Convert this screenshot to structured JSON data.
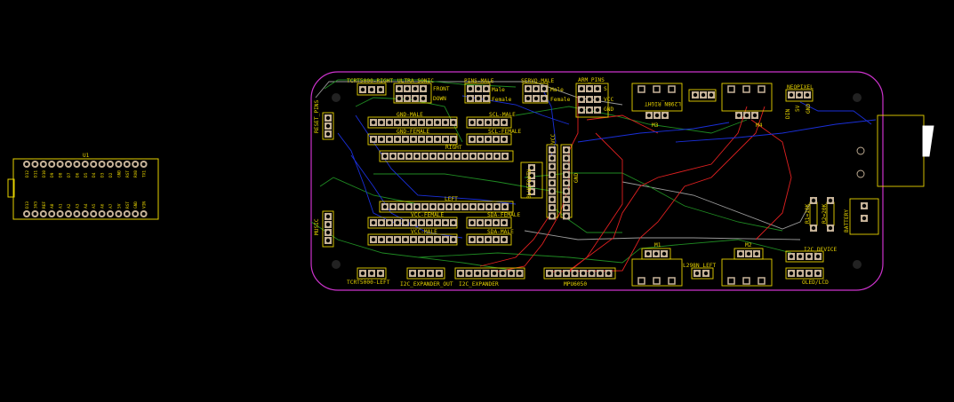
{
  "arduino": {
    "ref": "U1"
  },
  "board_labels": {
    "tcrt_right": "TCRT5000-RIGHT",
    "ultrasonic": "ULTRA_SONIC",
    "ultra_front": "FRONT",
    "ultra_down": "DOWN",
    "pins_male": "PINS-MALE",
    "pins_male_side": "Male",
    "pins_female_side": "Female",
    "servo_male": "SERVO-MALE",
    "servo_male_side": "Male",
    "servo_female_side": "Female",
    "arm_pins": "ARM_PINS",
    "arm_sig": "S",
    "arm_vcc": "VCC",
    "arm_gnd": "GND",
    "l298n_right": "L298N_RIGHT",
    "m3": "M3",
    "m4": "M4",
    "neopixel": "NEOPIXEL",
    "neo_din": "DIN",
    "neo_5v": "5V",
    "neo_gnd": "GND",
    "reset_pins": "RESET_PINS",
    "gnd_male": "GND-MALE",
    "gnd_female": "GND-FEMALE",
    "scl_male": "SCL-MALE",
    "scl_female": "SCL-FEMALE",
    "right": "RIGHT",
    "bluetooth": "BLUETOOTH",
    "vcc_v": "VCC",
    "gnd_v": "GND",
    "left": "LEFT",
    "vcc_female": "VCC-FEMALE",
    "vcc_male": "VCC-MALE",
    "sda_female": "SDA-FEMALE",
    "sda_male": "SDA-MALE",
    "music": "MUSIC",
    "tcrt_left": "TCRT5000-LEFT",
    "i2c_out": "I2C_EXPANDER_OUT",
    "i2c_exp": "I2C_EXPANDER",
    "mpu": "MPU6050",
    "m1": "M1",
    "m2": "M2",
    "l298n_left": "L298N_LEFT",
    "i2c_device": "I2C_DEVICE",
    "oled": "OLED/LCD",
    "r1": "R1=10K",
    "r2": "R2=20K",
    "battery": "BATTERY"
  },
  "arduino_top_pins": [
    "D12",
    "D11",
    "D10",
    "D9",
    "D8",
    "D7",
    "D6",
    "D5",
    "D4",
    "D3",
    "D2",
    "GND",
    "RST",
    "RX0",
    "TX1"
  ],
  "arduino_bottom_pins": [
    "D13",
    "3V3",
    "REF",
    "A0",
    "A1",
    "A2",
    "A3",
    "A4",
    "A5",
    "A6",
    "A7",
    "5V",
    "RST",
    "GND",
    "VIN"
  ],
  "colors": {
    "background": "#000000",
    "outline": "#cc33cc",
    "silkscreen": "#e6d200",
    "pad": "#c8b49a",
    "trace_top": "#e02020",
    "trace_bottom": "#1a2fd8",
    "trace_green": "#1f8a22",
    "trace_grey": "#9a9a9a"
  }
}
